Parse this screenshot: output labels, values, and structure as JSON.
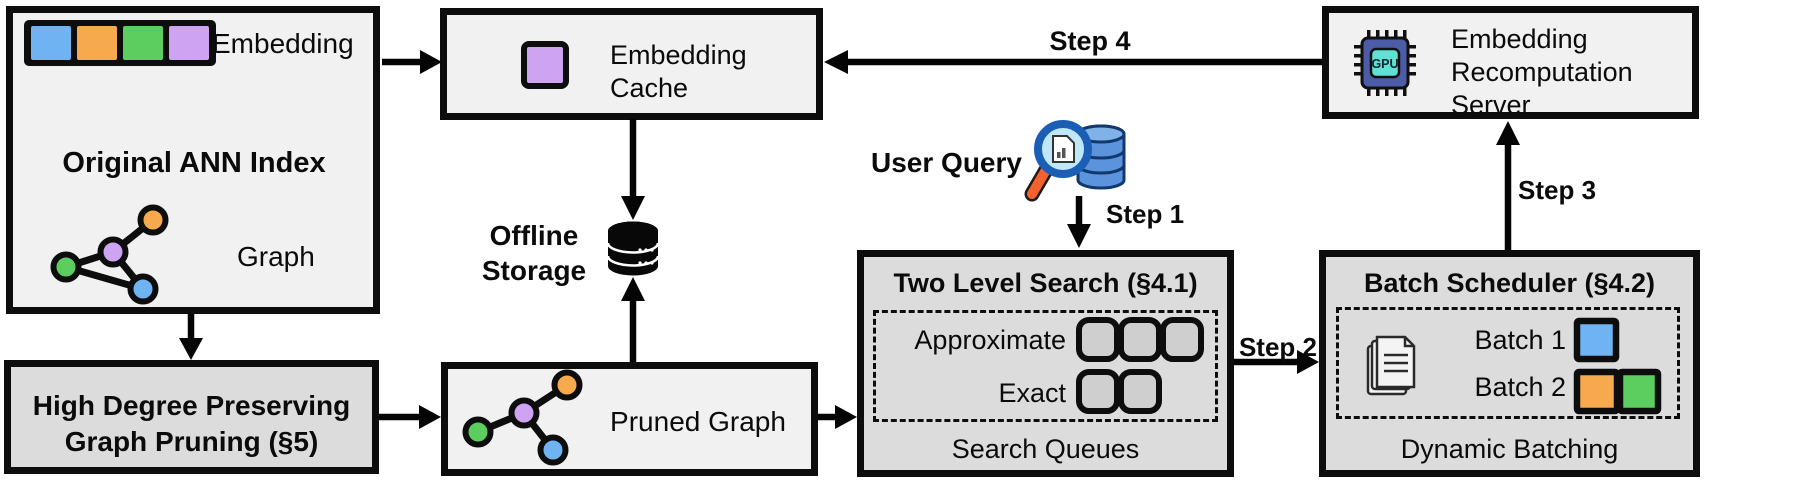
{
  "colors": {
    "blue": "#6FB3F2",
    "orange": "#F7A94E",
    "green": "#5CCE5F",
    "purple": "#CEA3F1",
    "box_light": "#F1F1F1",
    "box_shaded": "#DCDCDC",
    "queue_slot": "#CFCFCF",
    "chip_body": "#4C5CA6",
    "chip_core": "#5FE2D3",
    "db_blue": "#5B93DD",
    "db_top": "#7FB3E8",
    "db_outline": "#12386E",
    "lens_fill": "#BFE7F7",
    "magnifier_rim": "#1A5FB5",
    "handle_orange": "#F2622E",
    "ink": "#0D0D0D"
  },
  "ann_index": {
    "embedding_label": "Embedding",
    "title": "Original ANN Index",
    "graph_label": "Graph"
  },
  "embedding_cache": {
    "line1": "Embedding",
    "line2": "Cache"
  },
  "offline_storage": {
    "line1": "Offline",
    "line2": "Storage"
  },
  "user_query": {
    "label": "User Query"
  },
  "steps": {
    "step1": "Step 1",
    "step2": "Step 2",
    "step3": "Step 3",
    "step4": "Step 4"
  },
  "two_level_search": {
    "title": "Two Level Search (§4.1)",
    "approximate_label": "Approximate",
    "exact_label": "Exact",
    "footer": "Search Queues"
  },
  "batch_scheduler": {
    "title": "Batch Scheduler (§4.2)",
    "batch1_label": "Batch 1",
    "batch2_label": "Batch 2",
    "footer": "Dynamic Batching"
  },
  "recompute_server": {
    "line1": "Embedding",
    "line2": "Recomputation",
    "line3": "Server"
  },
  "graph_pruning": {
    "line1": "High Degree Preserving",
    "line2": "Graph Pruning (§5)"
  },
  "pruned_graph": {
    "label": "Pruned Graph"
  },
  "icons": {
    "gpu_label": "GPU"
  }
}
